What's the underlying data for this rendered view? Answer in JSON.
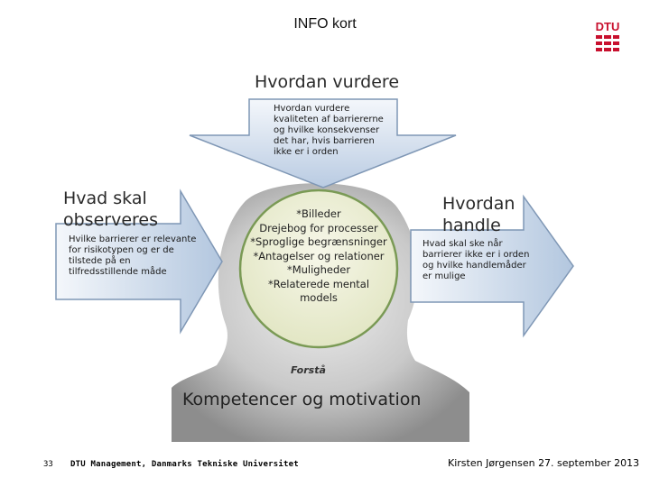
{
  "slide": {
    "title": "INFO kort",
    "logo_text": "DTU",
    "page_number": "33",
    "institution": "DTU Management, Danmarks Tekniske Universitet",
    "author_date": "Kirsten Jørgensen 27. september 2013"
  },
  "figure": {
    "top": {
      "heading": "Hvordan vurdere",
      "text": [
        "Hvordan vurdere",
        "kvaliteten af barriererne",
        "og hvilke konsekvenser",
        "det har, hvis barrieren",
        "ikke er i orden"
      ]
    },
    "left": {
      "heading": [
        "Hvad skal",
        "observeres"
      ],
      "text": [
        "Hvilke barrierer er relevante",
        "for risikotypen og er de",
        "tilstede på en",
        "tilfredsstillende måde"
      ]
    },
    "right": {
      "heading": [
        "Hvordan",
        "handle"
      ],
      "text": [
        "Hvad skal ske når",
        "barrierer ikke er i orden",
        "og hvilke handlemåder",
        "er mulige"
      ]
    },
    "circle": {
      "items": [
        "*Billeder",
        "Drejebog for processer",
        "*Sproglige begrænsninger",
        "*Antagelser og relationer",
        "*Muligheder",
        "*Relaterede mental",
        "models"
      ]
    },
    "forsta": "Forstå",
    "bottom_heading": "Kompetencer og motivation"
  },
  "colors": {
    "arrow_fill_light": "#e6eef7",
    "arrow_fill_dark": "#b9cbe2",
    "arrow_stroke": "#7f97b5",
    "circle_fill": "#eef0d6",
    "circle_stroke": "#7a9a55",
    "logo_red": "#c8102e"
  }
}
